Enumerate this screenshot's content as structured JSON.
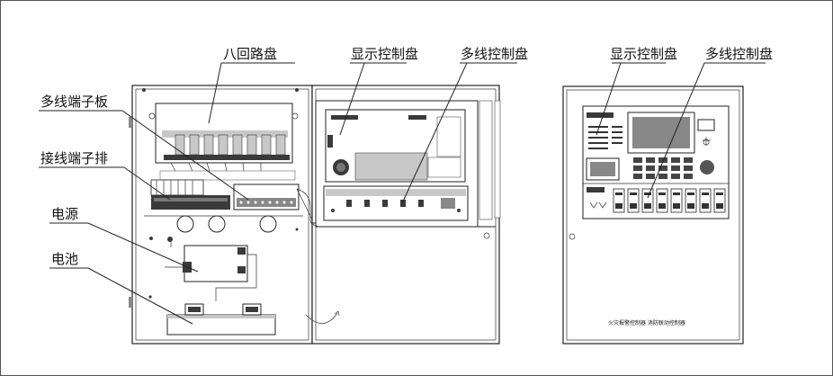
{
  "labels": {
    "eight_loop_panel": "八回路盘",
    "display_control_panel": "显示控制盘",
    "multiline_control_panel": "多线控制盘",
    "multiline_terminal_board": "多线端子板",
    "wiring_terminal_strip": "接线端子排",
    "power_supply": "电源",
    "battery": "电池"
  },
  "front_view": {
    "display_control_panel": "显示控制盘",
    "multiline_control_panel": "多线控制盘",
    "nameplate": "火灾报警控制器  消防联动控制器"
  }
}
